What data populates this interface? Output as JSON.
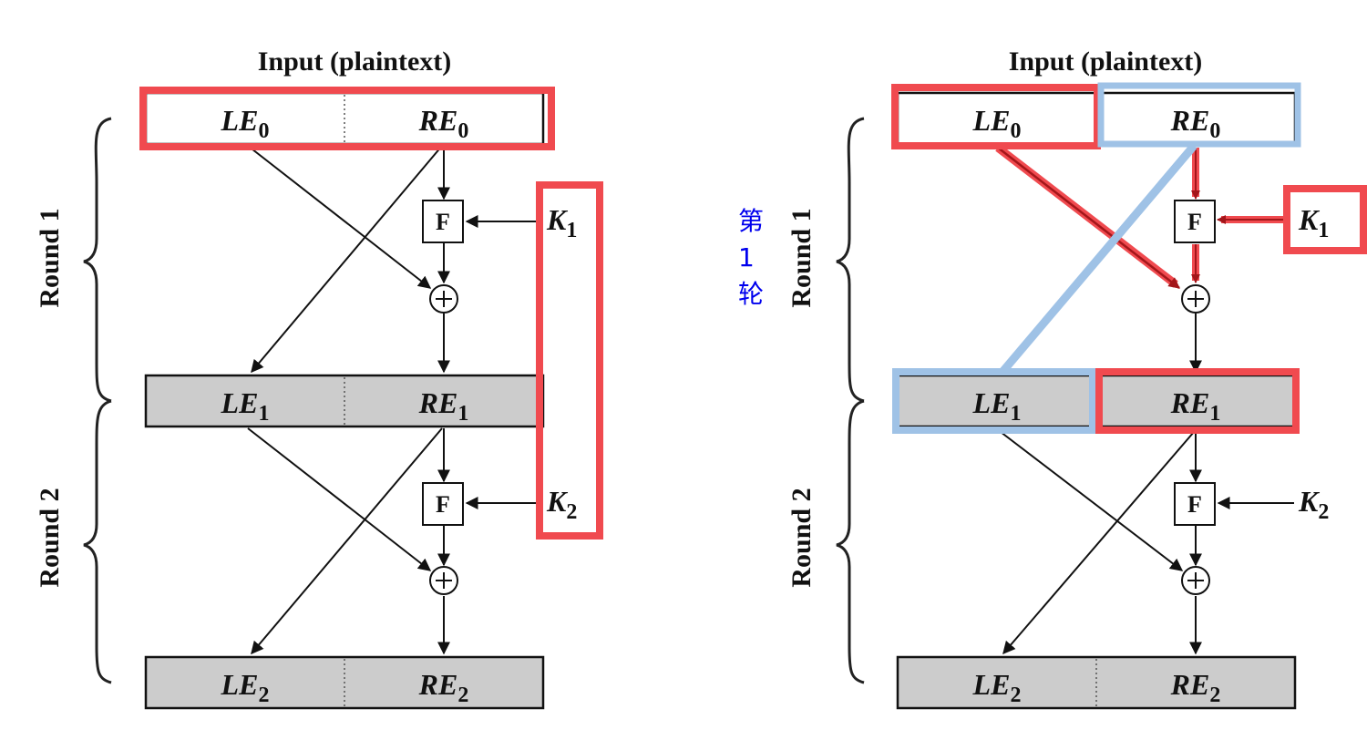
{
  "colors": {
    "highlight_red": "#f04a4f",
    "dark_red": "#a3161a",
    "highlight_blue": "#9fc2e6",
    "cell_fill": "#cccccc",
    "annotation_blue": "#0000ee"
  },
  "left": {
    "title": "Input (plaintext)",
    "round1": "Round 1",
    "round2": "Round 2",
    "f_label": "F",
    "rows": [
      {
        "left": {
          "base": "LE",
          "sub": "0"
        },
        "right": {
          "base": "RE",
          "sub": "0"
        }
      },
      {
        "left": {
          "base": "LE",
          "sub": "1"
        },
        "right": {
          "base": "RE",
          "sub": "1"
        }
      },
      {
        "left": {
          "base": "LE",
          "sub": "2"
        },
        "right": {
          "base": "RE",
          "sub": "2"
        }
      }
    ],
    "keys": [
      {
        "base": "K",
        "sub": "1"
      },
      {
        "base": "K",
        "sub": "2"
      }
    ]
  },
  "right": {
    "title": "Input (plaintext)",
    "round1": "Round 1",
    "round2": "Round 2",
    "f_label": "F",
    "annotation": [
      "第",
      "1",
      "轮"
    ],
    "rows": [
      {
        "left": {
          "base": "LE",
          "sub": "0"
        },
        "right": {
          "base": "RE",
          "sub": "0"
        }
      },
      {
        "left": {
          "base": "LE",
          "sub": "1"
        },
        "right": {
          "base": "RE",
          "sub": "1"
        }
      },
      {
        "left": {
          "base": "LE",
          "sub": "2"
        },
        "right": {
          "base": "RE",
          "sub": "2"
        }
      }
    ],
    "keys": [
      {
        "base": "K",
        "sub": "1"
      },
      {
        "base": "K",
        "sub": "2"
      }
    ]
  }
}
